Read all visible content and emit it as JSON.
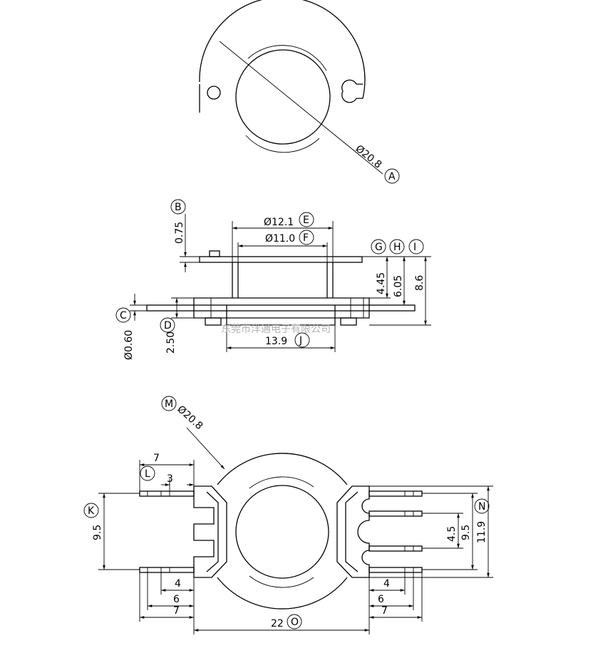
{
  "dimensions": {
    "top_diameter": "Ø20.8",
    "upper_diameter": "Ø12.1",
    "inner_diameter": "Ø11.0",
    "flange_thickness": "0.75",
    "pin_thickness": "Ø0.60",
    "base_height": "2.50",
    "base_width": "13.9",
    "dim_445": "4.45",
    "dim_605": "6.05",
    "dim_86": "8.6",
    "bottom_diameter": "Ø20.8",
    "dim_7_top": "7",
    "dim_3": "3",
    "dim_95_left": "9.5",
    "dim_4_left": "4",
    "dim_6_left": "6",
    "dim_7_left": "7",
    "dim_22": "22",
    "dim_45_right": "4.5",
    "dim_95_right": "9.5",
    "dim_119": "11.9",
    "dim_4_right": "4",
    "dim_6_right": "6",
    "dim_7_right": "7"
  },
  "labels": {
    "A": "A",
    "B": "B",
    "C": "C",
    "D": "D",
    "E": "E",
    "F": "F",
    "G": "G",
    "H": "H",
    "I": "I",
    "J": "J",
    "K": "K",
    "L": "L",
    "M": "M",
    "N": "N",
    "O": "O"
  },
  "watermark": "东莞市洋通电子有限公司"
}
